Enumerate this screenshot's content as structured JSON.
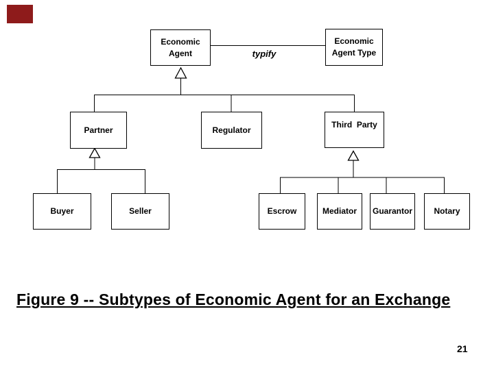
{
  "slide": {
    "caption": "Figure 9 -- Subtypes of Economic Agent for an Exchange",
    "page_number": "21",
    "corner_accent_color": "#8e1b1b",
    "line_color": "#000000",
    "background_color": "#ffffff"
  },
  "diagram": {
    "edge_label": "typify",
    "nodes": [
      {
        "id": "economic-agent",
        "label": "Economic\nAgent"
      },
      {
        "id": "economic-agent-type",
        "label": "Economic\nAgent Type"
      },
      {
        "id": "partner",
        "label": "Partner"
      },
      {
        "id": "regulator",
        "label": "Regulator"
      },
      {
        "id": "third-party",
        "label": "Third  Party"
      },
      {
        "id": "buyer",
        "label": "Buyer"
      },
      {
        "id": "seller",
        "label": "Seller"
      },
      {
        "id": "escrow",
        "label": "Escrow"
      },
      {
        "id": "mediator",
        "label": "Mediator"
      },
      {
        "id": "guarantor",
        "label": "Guarantor"
      },
      {
        "id": "notary",
        "label": "Notary"
      }
    ]
  }
}
